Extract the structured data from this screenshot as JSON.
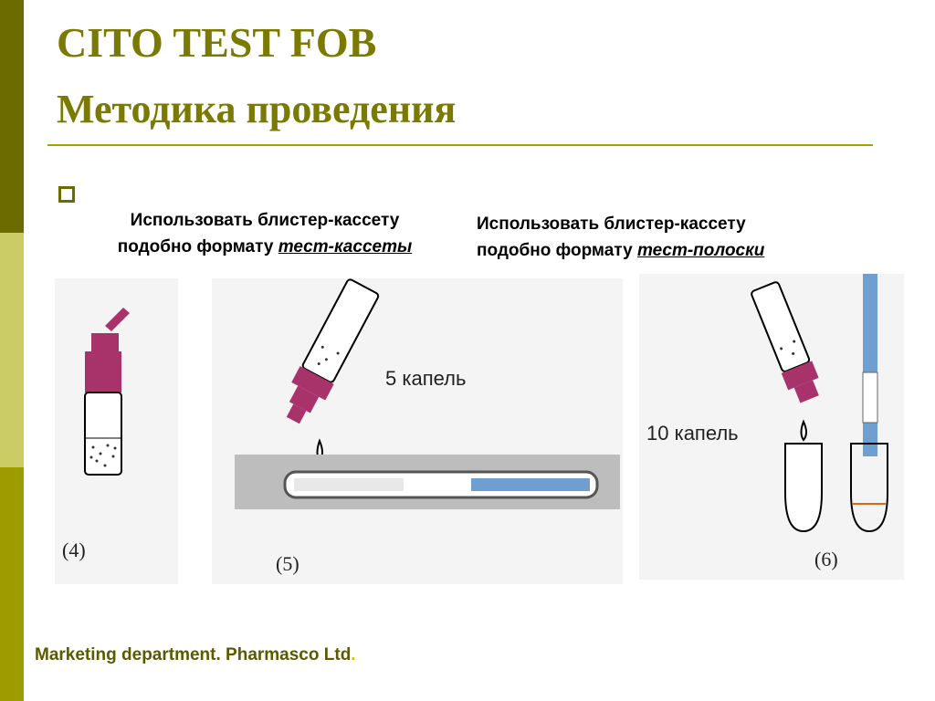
{
  "header": {
    "title": "CITO TEST FOB",
    "subtitle": "Методика проведения"
  },
  "captions": {
    "left_line1": "Использовать блистер-кассету",
    "left_line2_prefix": "подобно формату ",
    "left_line2_emph": "тест-кассеты",
    "right_line1": "Использовать блистер-кассету",
    "right_line2_prefix": "подобно формату ",
    "right_line2_emph": "тест-полоски"
  },
  "figures": {
    "fig4_label": "(4)",
    "fig5_label": "(5)",
    "fig5_drops": "5 капель",
    "fig6_label": "(6)",
    "fig6_drops": "10 капель"
  },
  "footer": {
    "text": "Marketing department. Pharmasco Ltd",
    "dot": "."
  },
  "colors": {
    "sidebar_dark": "#6b6b00",
    "sidebar_light": "#cccc66",
    "sidebar_mid": "#9c9c00",
    "title": "#7a7a00",
    "cap_magenta": "#a8336b",
    "strip_blue": "#6f9fd0"
  }
}
